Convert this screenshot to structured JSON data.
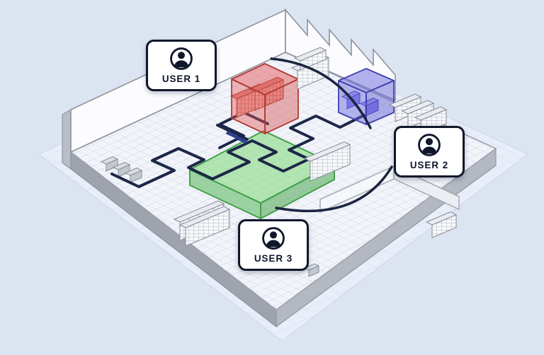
{
  "scene": {
    "description": "Isometric warehouse digital-twin floor plan with routed path and three user zones"
  },
  "users": [
    {
      "label": "USER 1"
    },
    {
      "label": "USER 2"
    },
    {
      "label": "USER 3"
    }
  ],
  "colors": {
    "background": "#dde4f1",
    "floor": "#f2f4f9",
    "wall": "#fcfcfe",
    "zone_red": "#e25757",
    "zone_red_stroke": "#b23a35",
    "zone_blue": "#6663dc",
    "zone_blue_stroke": "#4240b4",
    "zone_green": "#7ed879",
    "zone_green_stroke": "#43a048",
    "route": "#1c2747",
    "route_dash": "#2e3f8f",
    "arc": "#1b2540"
  },
  "icons": {
    "user": "user-icon"
  }
}
